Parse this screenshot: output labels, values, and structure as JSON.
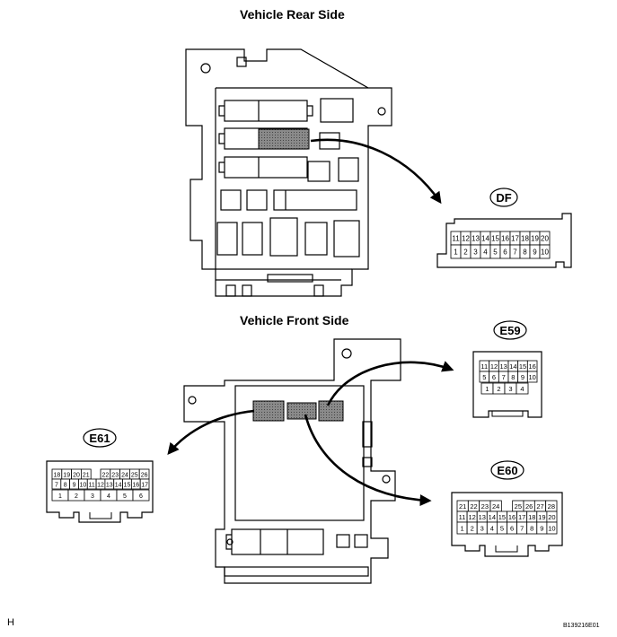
{
  "headings": {
    "rear": "Vehicle Rear Side",
    "front": "Vehicle Front Side"
  },
  "footer": {
    "left": "H",
    "right": "B139216E01"
  },
  "connectors": {
    "df": {
      "label": "DF",
      "rows": [
        [
          "11",
          "12",
          "13",
          "14",
          "15",
          "16",
          "17",
          "18",
          "19",
          "20"
        ],
        [
          "1",
          "2",
          "3",
          "4",
          "5",
          "6",
          "7",
          "8",
          "9",
          "10"
        ]
      ]
    },
    "e59": {
      "label": "E59",
      "rows": [
        [
          "11",
          "12",
          "13",
          "14",
          "15",
          "16"
        ],
        [
          "5",
          "6",
          "7",
          "8",
          "9",
          "10"
        ],
        [
          "1",
          "2",
          "3",
          "4"
        ]
      ]
    },
    "e61": {
      "label": "E61",
      "rows": [
        [
          "18",
          "19",
          "20",
          "21",
          "",
          "22",
          "23",
          "24",
          "25",
          "26"
        ],
        [
          "7",
          "8",
          "9",
          "10",
          "11",
          "12",
          "13",
          "14",
          "15",
          "16",
          "17"
        ],
        [
          "1",
          "2",
          "3",
          "4",
          "5",
          "6"
        ]
      ]
    },
    "e60": {
      "label": "E60",
      "rows": [
        [
          "21",
          "22",
          "23",
          "24",
          "",
          "25",
          "26",
          "27",
          "28"
        ],
        [
          "11",
          "12",
          "13",
          "14",
          "15",
          "16",
          "17",
          "18",
          "19",
          "20"
        ],
        [
          "1",
          "2",
          "3",
          "4",
          "5",
          "6",
          "7",
          "8",
          "9",
          "10"
        ]
      ]
    }
  }
}
